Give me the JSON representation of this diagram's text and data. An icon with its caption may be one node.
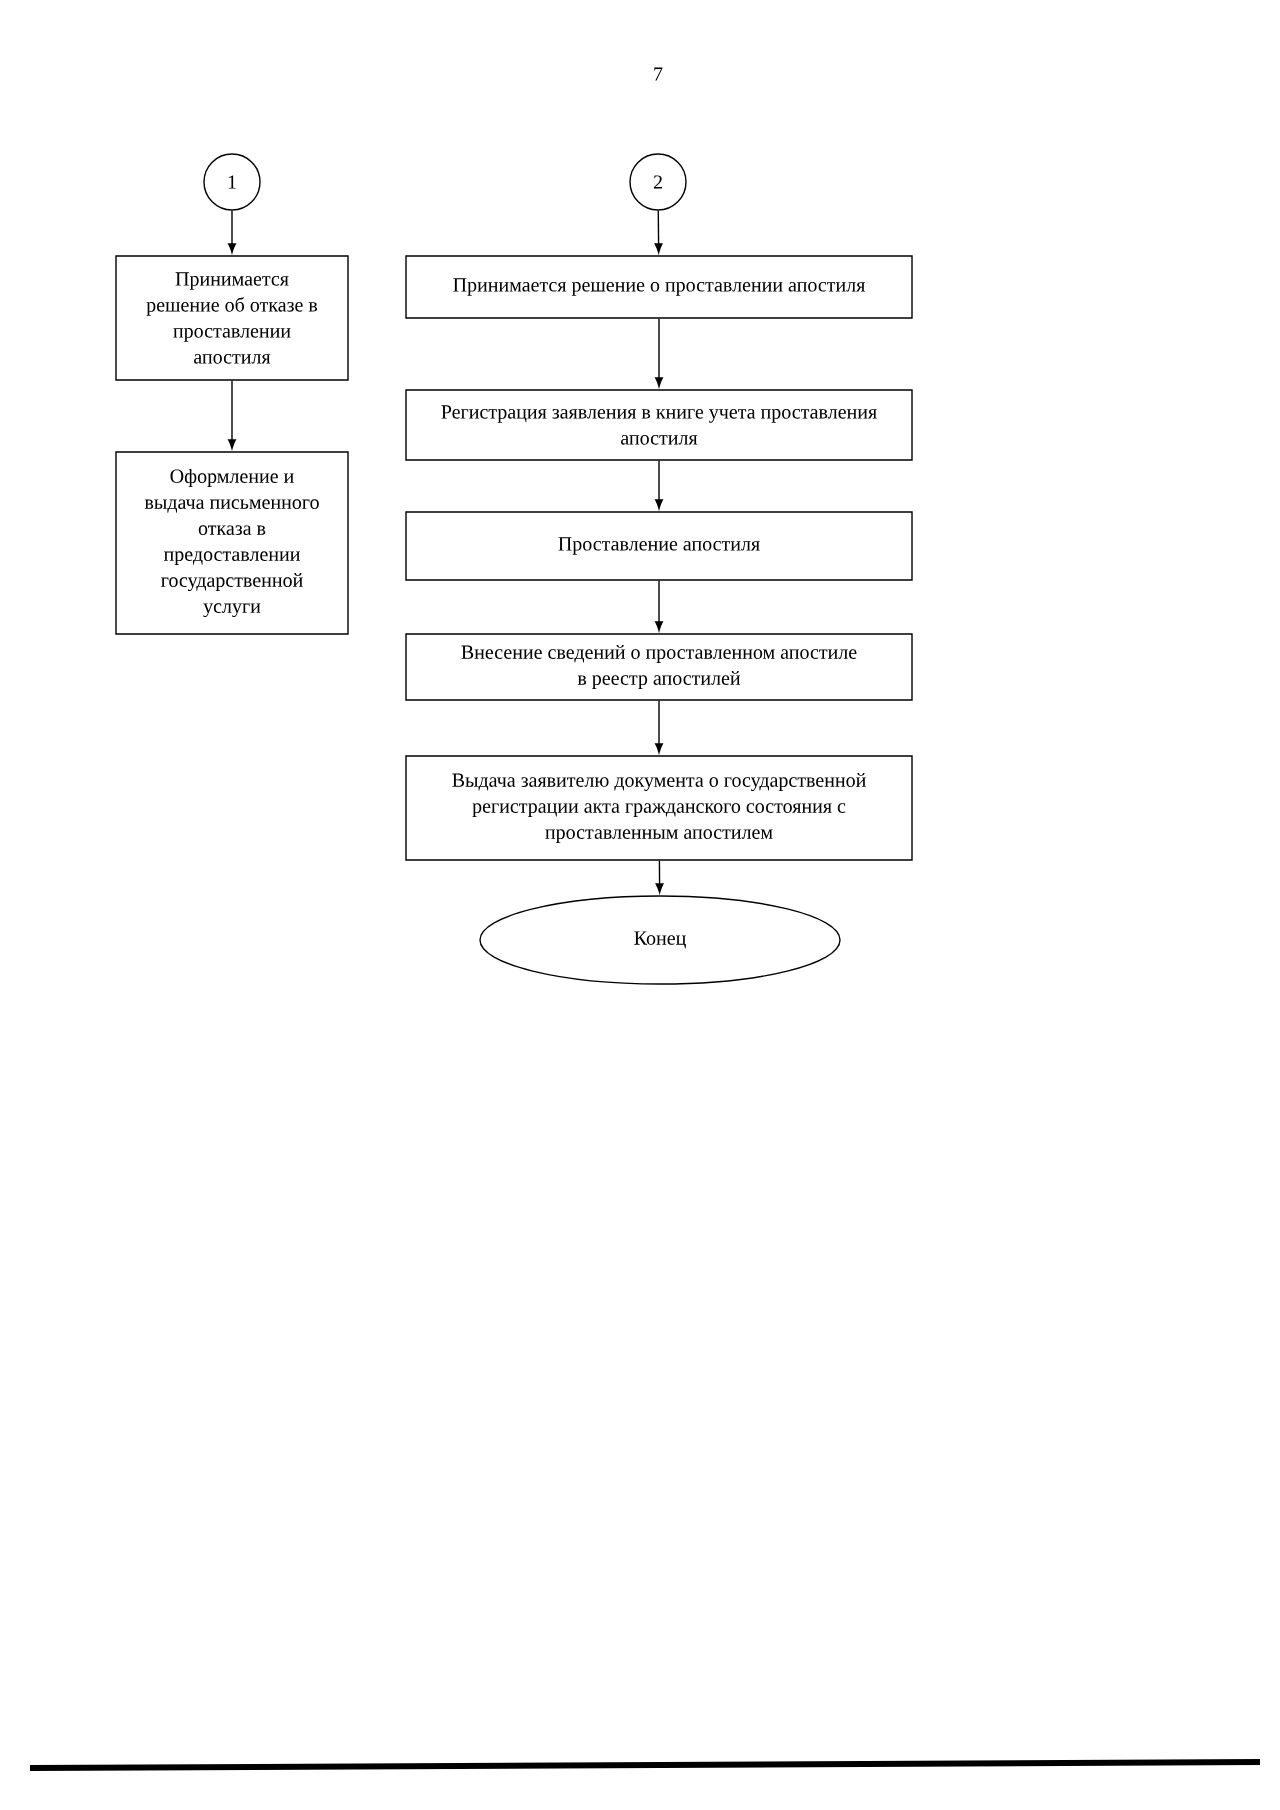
{
  "diagram": {
    "nodes": [
      {
        "text": [
          "1"
        ]
      },
      {
        "text": [
          "2"
        ]
      },
      {
        "text": [
          "Принимается решение об отказе в проставлении апостиля"
        ]
      },
      {
        "text": [
          "Оформление и выдача письменного отказа в предоставлении государственной услуги"
        ]
      },
      {
        "text": [
          "Принимается решение о проставлении апостиля"
        ]
      },
      {
        "text": [
          "Регистрация заявления в книге учета проставления апостиля"
        ]
      },
      {
        "text": [
          "Проставление апостиля"
        ]
      },
      {
        "text": [
          "Внесение сведений о проставленном апостиле в реестр апостилей"
        ]
      },
      {
        "text": [
          "Выдача заявителю документа о государственной регистрации акта гражданского состояния с проставленным апостилем"
        ]
      },
      {
        "text": [
          "Конец"
        ]
      }
    ],
    "edges": [
      {
        "from": 0,
        "to": 2,
        "arrow": "to"
      },
      {
        "from": 2,
        "to": 3,
        "arrow": "to"
      },
      {
        "from": 1,
        "to": 4,
        "arrow": "to"
      },
      {
        "from": 4,
        "to": 5,
        "arrow": "to"
      },
      {
        "from": 5,
        "to": 6,
        "arrow": "to"
      },
      {
        "from": 6,
        "to": 7,
        "arrow": "to"
      },
      {
        "from": 7,
        "to": 8,
        "arrow": "to"
      },
      {
        "from": 8,
        "to": 9,
        "arrow": "to"
      }
    ],
    "labels": [
      "7"
    ]
  }
}
